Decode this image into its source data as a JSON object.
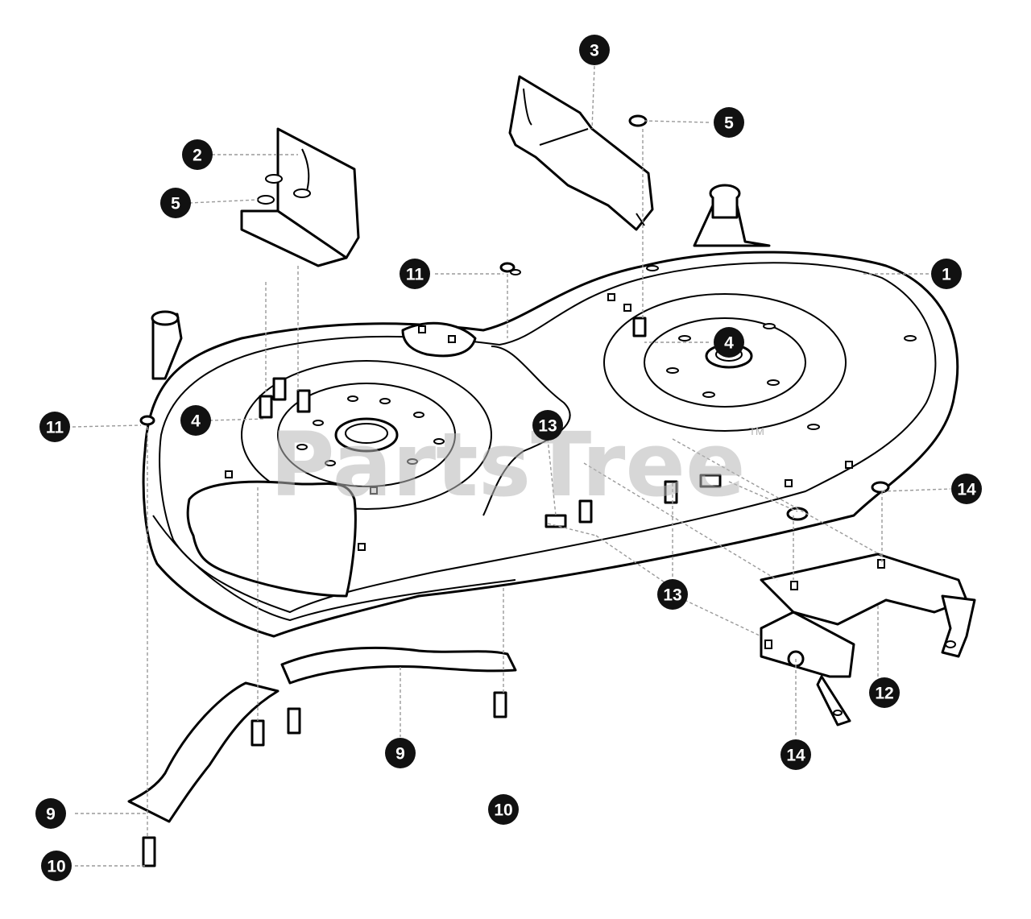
{
  "diagram": {
    "watermark": "PartsTree",
    "watermark_tm": "TM",
    "callouts": [
      {
        "label": "1"
      },
      {
        "label": "2"
      },
      {
        "label": "3"
      },
      {
        "label": "4"
      },
      {
        "label": "4"
      },
      {
        "label": "5"
      },
      {
        "label": "5"
      },
      {
        "label": "9"
      },
      {
        "label": "9"
      },
      {
        "label": "10"
      },
      {
        "label": "10"
      },
      {
        "label": "11"
      },
      {
        "label": "11"
      },
      {
        "label": "12"
      },
      {
        "label": "13"
      },
      {
        "label": "13"
      },
      {
        "label": "14"
      },
      {
        "label": "14"
      }
    ]
  }
}
